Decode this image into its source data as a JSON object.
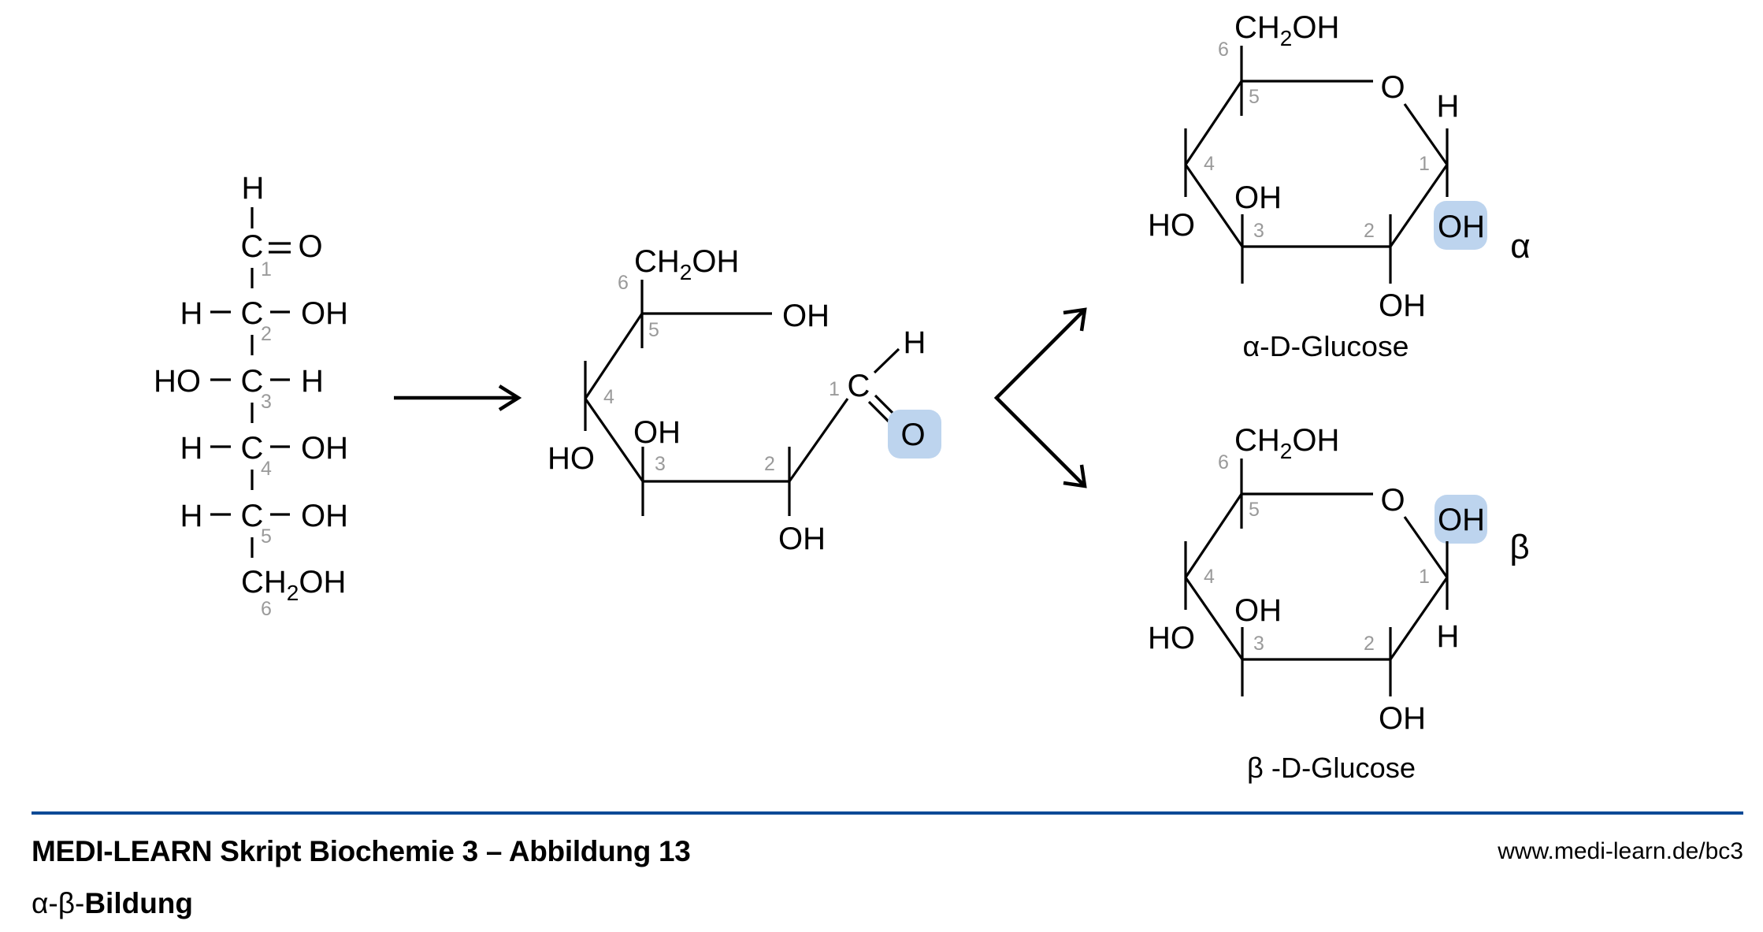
{
  "colors": {
    "highlight": "#bdd4ee",
    "rule": "#0d4a96",
    "carbon_number": "#9a9a9a",
    "ink": "#000000"
  },
  "fischer": {
    "top_h": "H",
    "carbonyl_c": "C",
    "carbonyl_o": "O",
    "rows": [
      {
        "left": "H",
        "center": "C",
        "right": "OH",
        "number": "2"
      },
      {
        "left": "HO",
        "center": "C",
        "right": "H",
        "number": "3"
      },
      {
        "left": "H",
        "center": "C",
        "right": "OH",
        "number": "4"
      },
      {
        "left": "H",
        "center": "C",
        "right": "OH",
        "number": "5"
      }
    ],
    "c1_number": "1",
    "bottom_group": {
      "main": "CH",
      "sub": "2",
      "tail": "OH"
    },
    "c6_number": "6"
  },
  "open_ring": {
    "ch2oh": {
      "main": "CH",
      "sub": "2",
      "tail": "OH"
    },
    "c5_oh": "OH",
    "c4_ho": "HO",
    "c3_oh": "OH",
    "c2_oh": "OH",
    "c1_c": "C",
    "c1_h": "H",
    "c1_o": "O",
    "numbers": {
      "c1": "1",
      "c2": "2",
      "c3": "3",
      "c4": "4",
      "c5": "5",
      "c6": "6"
    }
  },
  "alpha": {
    "ch2oh": {
      "main": "CH",
      "sub": "2",
      "tail": "OH"
    },
    "ring_o": "O",
    "c1_up": "H",
    "c1_down": "OH",
    "c2_down": "OH",
    "c3_up": "OH",
    "c4_down": "HO",
    "anomer_symbol": "α",
    "name": "α-D-Glucose",
    "numbers": {
      "c1": "1",
      "c2": "2",
      "c3": "3",
      "c4": "4",
      "c5": "5",
      "c6": "6"
    }
  },
  "beta": {
    "ch2oh": {
      "main": "CH",
      "sub": "2",
      "tail": "OH"
    },
    "ring_o": "O",
    "c1_up": "OH",
    "c1_down": "H",
    "c2_down": "OH",
    "c3_up": "OH",
    "c4_down": "HO",
    "anomer_symbol": "β",
    "name": "β -D-Glucose",
    "numbers": {
      "c1": "1",
      "c2": "2",
      "c3": "3",
      "c4": "4",
      "c5": "5",
      "c6": "6"
    }
  },
  "footer": {
    "title": "MEDI-LEARN Skript Biochemie 3 – Abbildung 13",
    "url": "www.medi-learn.de/bc3",
    "subtitle_prefix": "α-β-",
    "subtitle_bold": "Bildung"
  }
}
